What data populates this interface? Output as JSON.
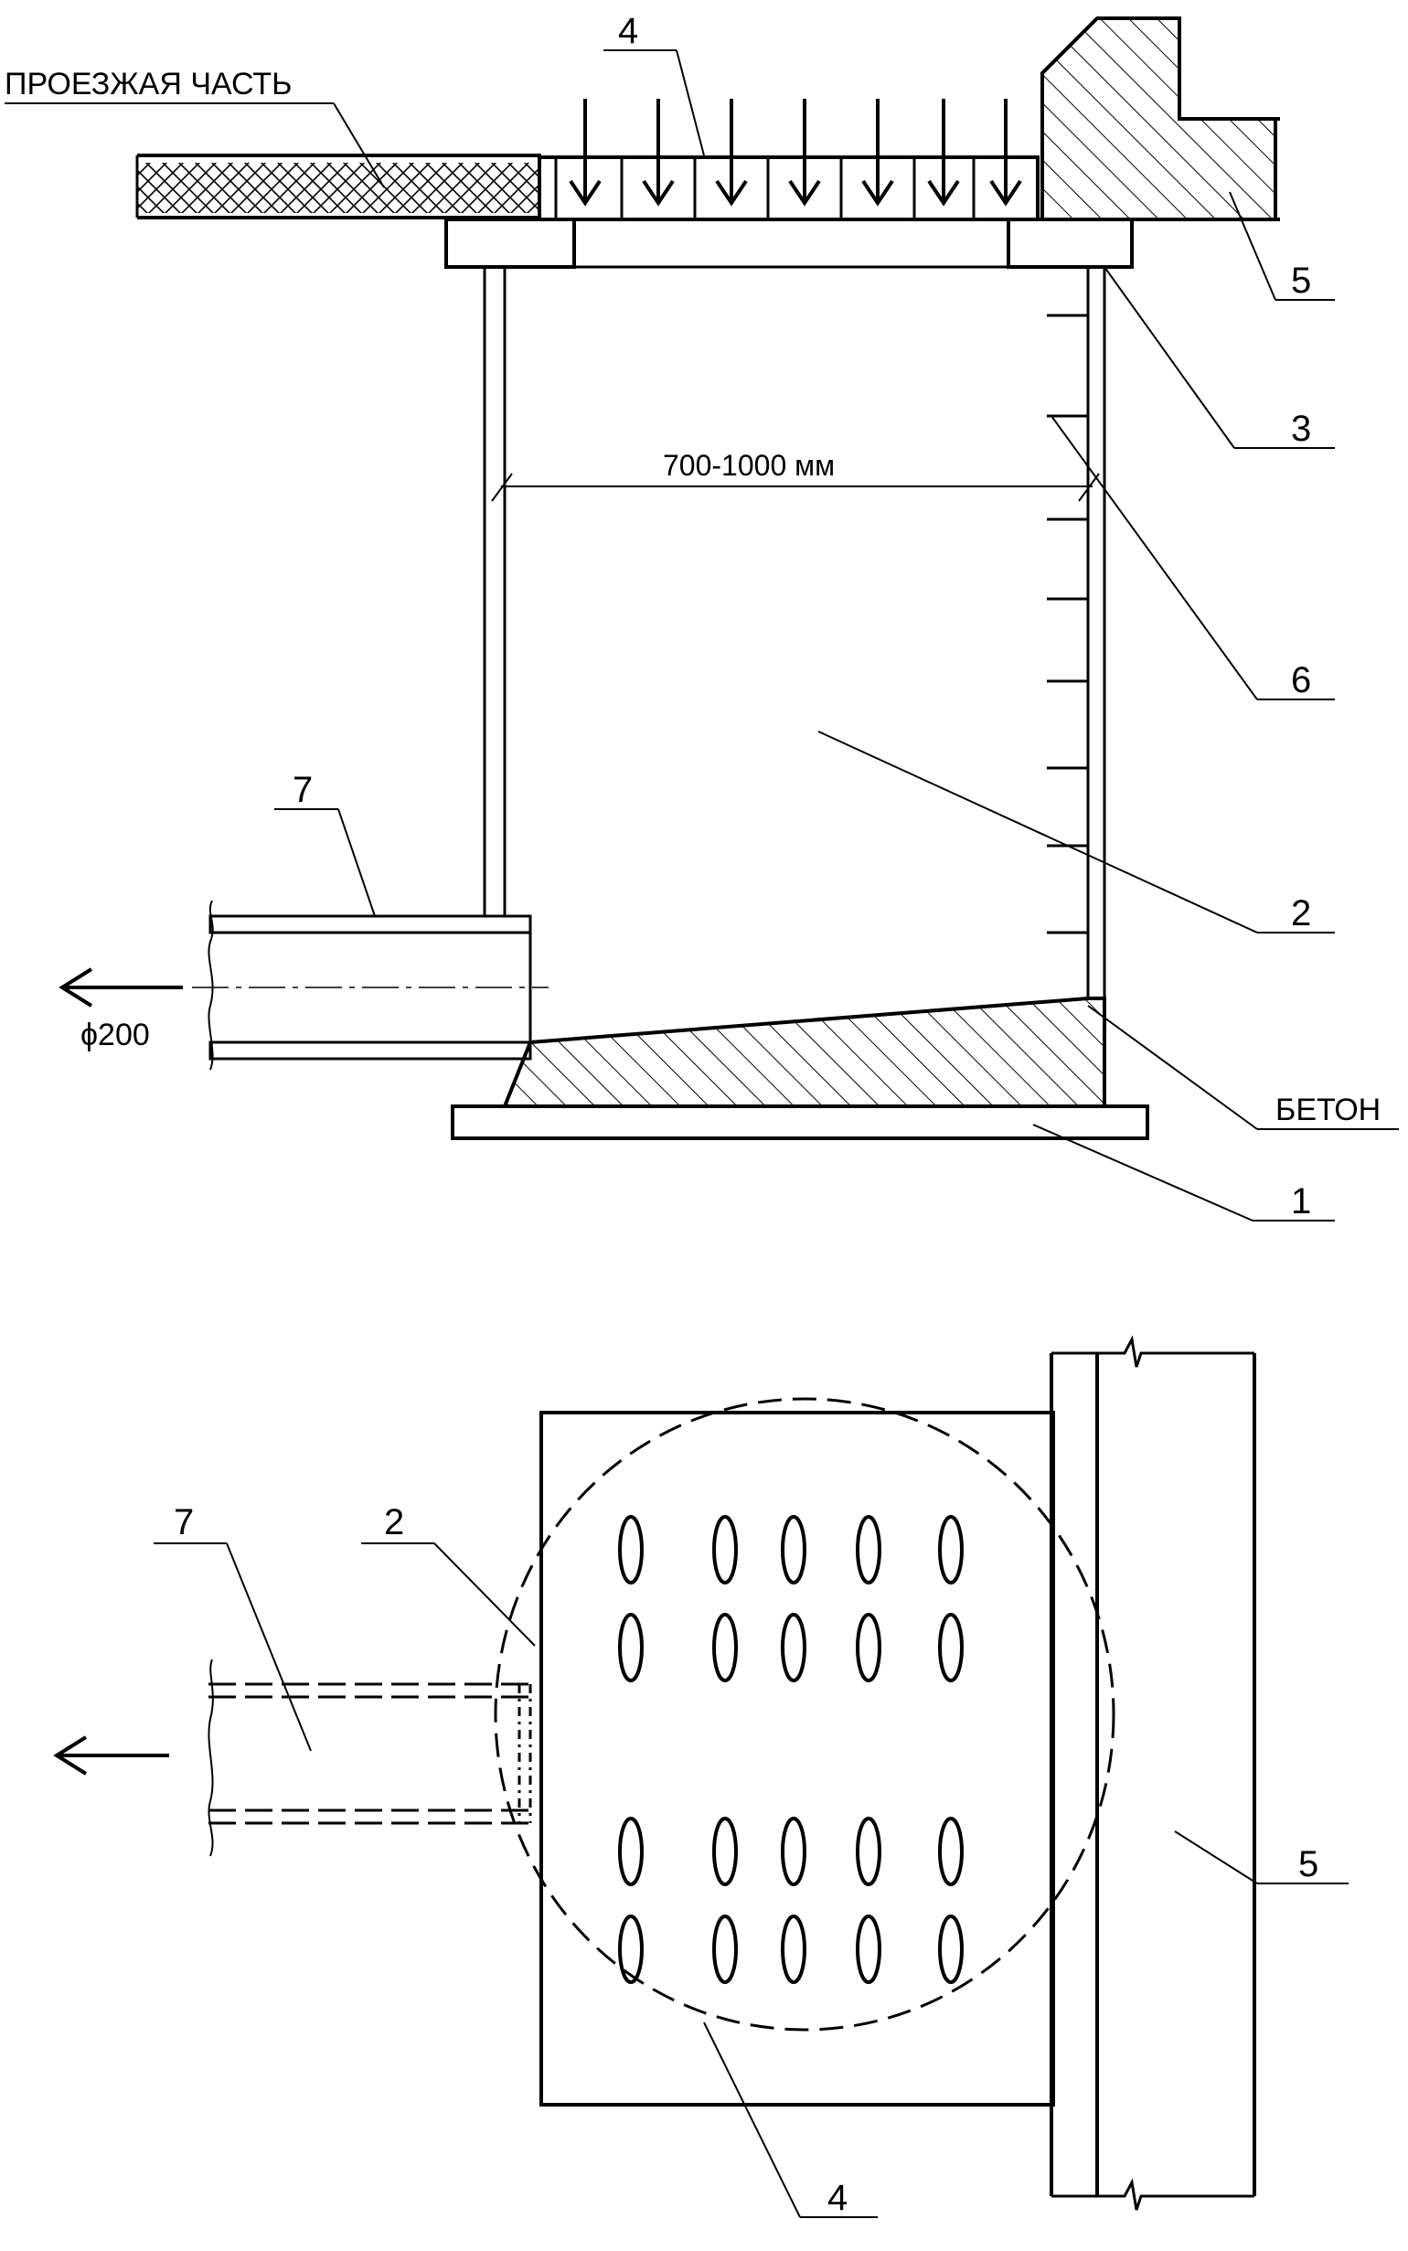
{
  "labels": {
    "roadway": "ПРОЕЗЖАЯ ЧАСТЬ",
    "concrete": "БЕТОН",
    "width_dim": "700-1000 мм",
    "pipe_dia": "ϕ200",
    "n1": "1",
    "n2": "2",
    "n3": "3",
    "n4": "4",
    "n5": "5",
    "n6": "6",
    "n7": "7"
  },
  "plan_labels": {
    "n2": "2",
    "n4": "4",
    "n5": "5",
    "n7": "7"
  }
}
